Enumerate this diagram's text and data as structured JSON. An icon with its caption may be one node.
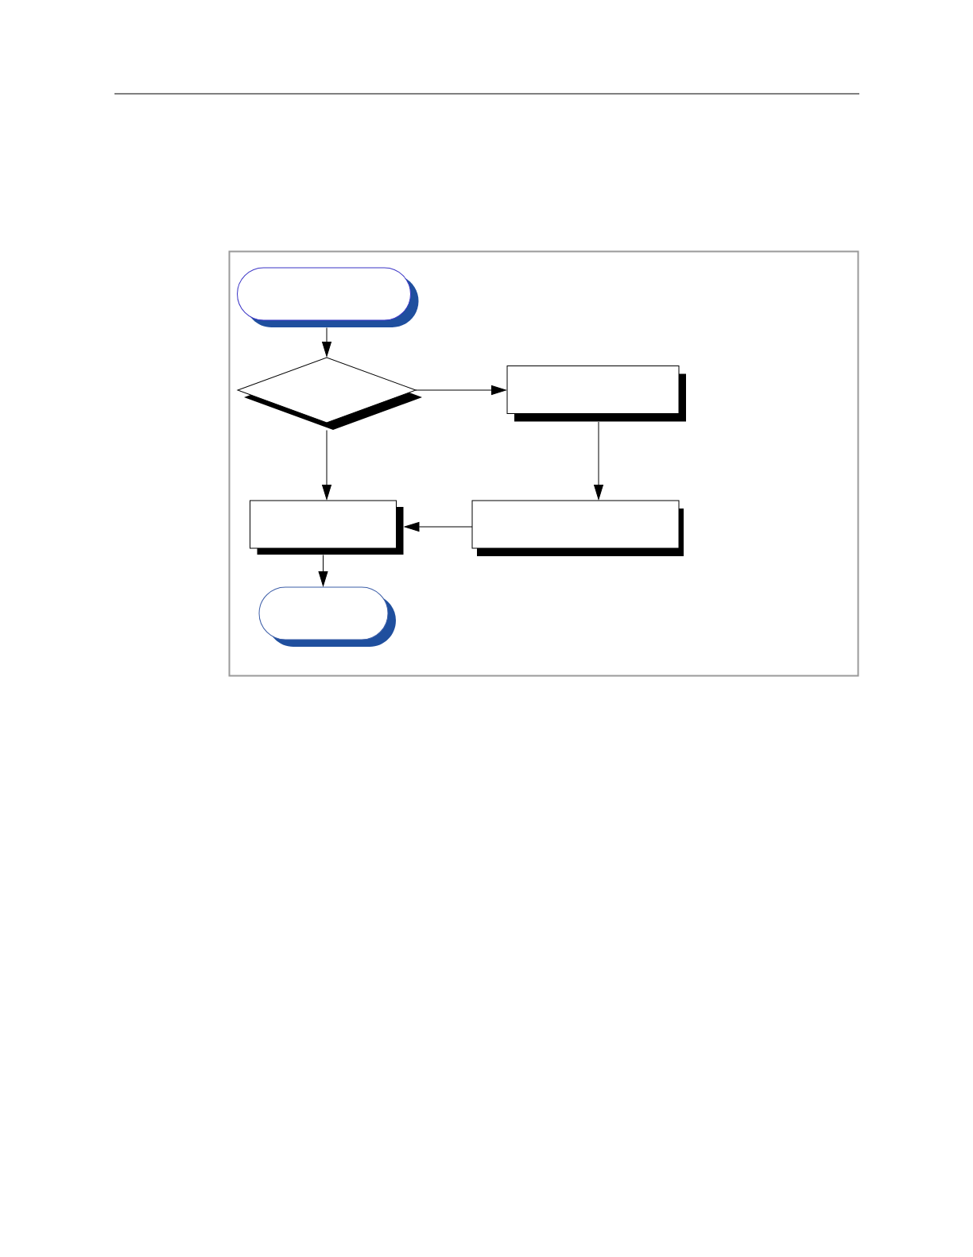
{
  "diagram": {
    "nodes": [
      {
        "text": [],
        "shape": "oval"
      },
      {
        "text": [],
        "shape": "diamond"
      },
      {
        "text": [],
        "shape": "box"
      },
      {
        "text": [],
        "shape": "box"
      },
      {
        "text": [],
        "shape": "box"
      },
      {
        "text": [],
        "shape": "oval"
      }
    ],
    "edges": [
      {
        "from": 0,
        "to": 1,
        "arrow": "to"
      },
      {
        "from": 1,
        "to": 2,
        "arrow": "to"
      },
      {
        "from": 1,
        "to": 3,
        "arrow": "to"
      },
      {
        "from": 2,
        "to": 4,
        "arrow": "to"
      },
      {
        "from": 4,
        "to": 3,
        "arrow": "to"
      },
      {
        "from": 3,
        "to": 5,
        "arrow": "to"
      }
    ]
  }
}
